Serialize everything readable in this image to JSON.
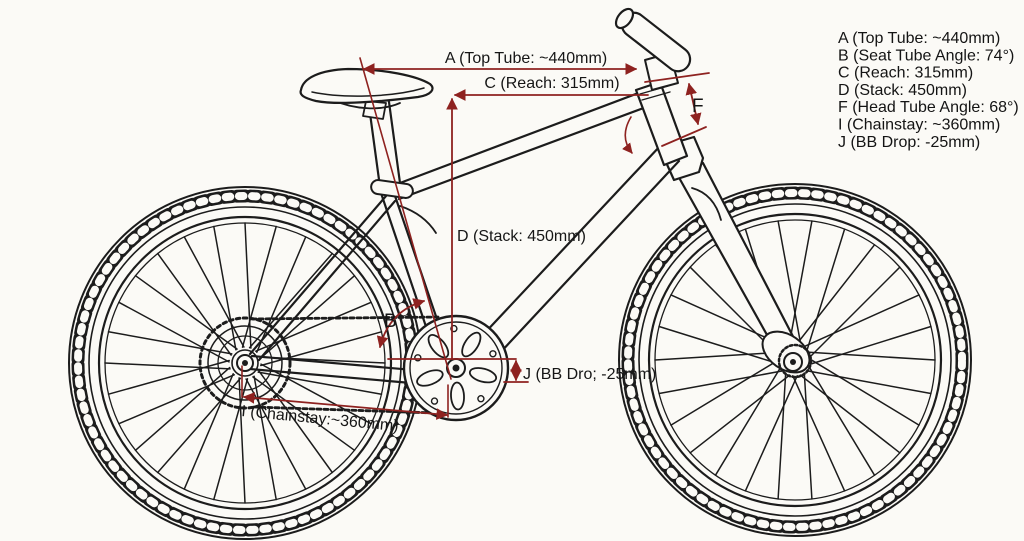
{
  "colors": {
    "background": "#fbfaf6",
    "ink": "#1c1c1c",
    "dimension": "#8e2220",
    "text": "#161616"
  },
  "legend": {
    "items": [
      {
        "key": "A",
        "label": "A (Top Tube: ~440mm)"
      },
      {
        "key": "B",
        "label": "B (Seat Tube Angle: 74°)"
      },
      {
        "key": "C",
        "label": "C (Reach: 315mm)"
      },
      {
        "key": "D",
        "label": "D (Stack: 450mm)"
      },
      {
        "key": "F",
        "label": "F (Head Tube Angle: 68°)"
      },
      {
        "key": "I",
        "label": "I (Chainstay: ~360mm)"
      },
      {
        "key": "J",
        "label": "J (BB Drop: -25mm)"
      }
    ]
  },
  "diagram_labels": {
    "top_tube": "A (Top Tube: ~440mm)",
    "reach": "C (Reach: 315mm)",
    "stack": "D (Stack: 450mm)",
    "seat_tube_angle": "B",
    "head_tube_angle": "F",
    "chainstay": "I (Chainstay:~360mm)",
    "bb_drop": "J (BB Dro; -25mm)"
  }
}
